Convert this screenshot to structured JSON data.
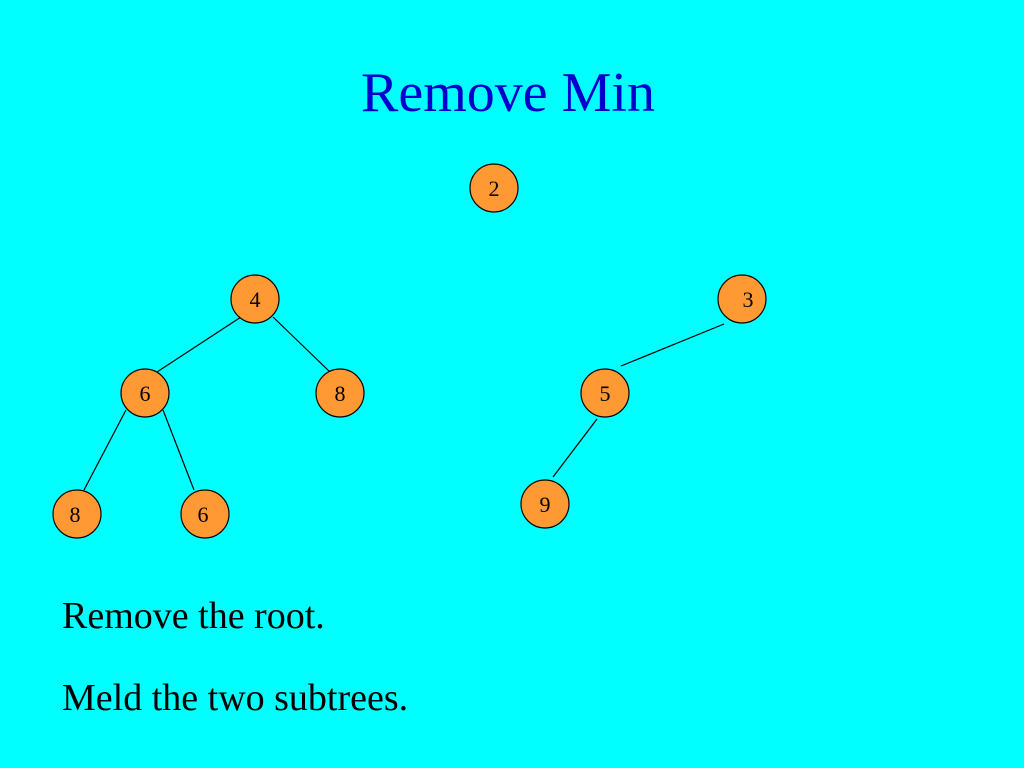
{
  "slide": {
    "title": "Remove Min",
    "captions": [
      "Remove the root.",
      "Meld the two subtrees."
    ]
  },
  "colors": {
    "background": "#00FFFF",
    "title": "#0000CC",
    "node_fill": "#FF9933",
    "edge": "#000000"
  },
  "diagram": {
    "nodes": [
      {
        "id": "root",
        "label": "2"
      },
      {
        "id": "l_root",
        "label": "4"
      },
      {
        "id": "l_a",
        "label": "6"
      },
      {
        "id": "l_b",
        "label": "8"
      },
      {
        "id": "l_a_left",
        "label": "8"
      },
      {
        "id": "l_a_right",
        "label": "6"
      },
      {
        "id": "r_root",
        "label": "3"
      },
      {
        "id": "r_a",
        "label": "5"
      },
      {
        "id": "r_a_left",
        "label": "9"
      }
    ],
    "edges": [
      {
        "from": "l_root",
        "to": "l_a"
      },
      {
        "from": "l_root",
        "to": "l_b"
      },
      {
        "from": "l_a",
        "to": "l_a_left"
      },
      {
        "from": "l_a",
        "to": "l_a_right"
      },
      {
        "from": "r_root",
        "to": "r_a"
      },
      {
        "from": "r_a",
        "to": "r_a_left"
      }
    ]
  }
}
